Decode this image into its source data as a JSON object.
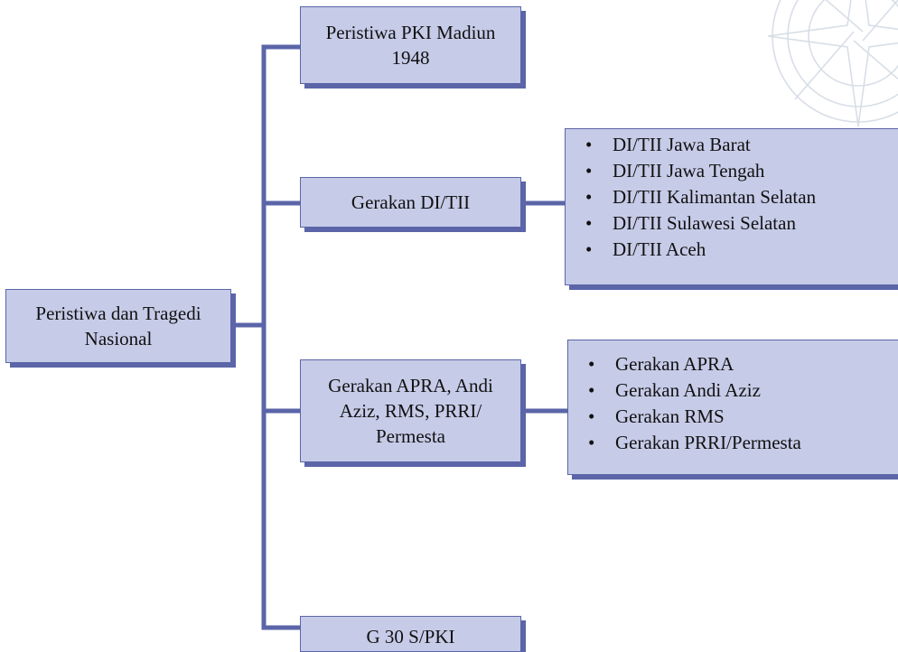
{
  "diagram": {
    "root": {
      "lines": [
        "Peristiwa dan Tragedi",
        "Nasional"
      ]
    },
    "branches": [
      {
        "id": "madiun",
        "lines": [
          "Peristiwa PKI Madiun",
          "1948"
        ]
      },
      {
        "id": "ditii",
        "lines": [
          "Gerakan DI/TII"
        ],
        "details": [
          "DI/TII Jawa Barat",
          "DI/TII Jawa Tengah",
          "DI/TII Kalimantan Selatan",
          "DI/TII Sulawesi Selatan",
          "DI/TII Aceh"
        ]
      },
      {
        "id": "apra",
        "lines": [
          "Gerakan APRA, Andi",
          "Aziz, RMS, PRRI/",
          "Permesta"
        ],
        "details": [
          "Gerakan APRA",
          "Gerakan Andi Aziz",
          "Gerakan RMS",
          "Gerakan PRRI/Permesta"
        ]
      },
      {
        "id": "g30",
        "lines": [
          "G 30 S/PKI"
        ]
      }
    ]
  },
  "colors": {
    "box_fill": "#c6cbe8",
    "box_border": "#5b65a8",
    "connector": "#5b65a8",
    "watermark": "#b9c4d4"
  },
  "icons": {
    "watermark": "compass-rose-icon"
  }
}
